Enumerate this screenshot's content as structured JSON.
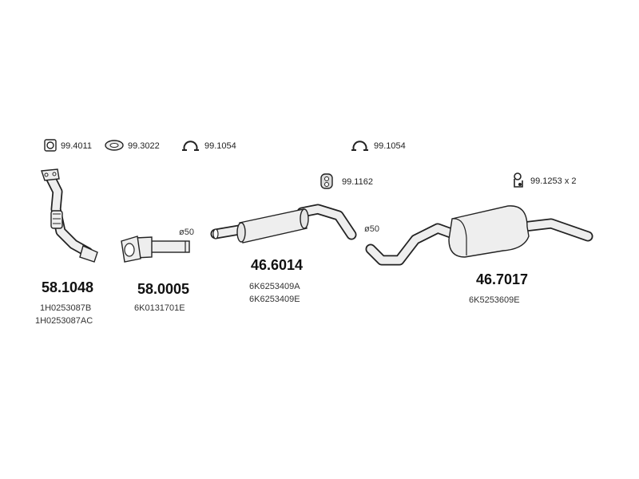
{
  "accessories": [
    {
      "icon": "o-ring-icon",
      "code": "99.4011"
    },
    {
      "icon": "gasket-icon",
      "code": "99.3022"
    },
    {
      "icon": "clamp-icon",
      "code": "99.1054"
    },
    {
      "icon": "clamp-icon",
      "code": "99.1054"
    },
    {
      "icon": "rubber-mount-icon",
      "code": "99.1162"
    },
    {
      "icon": "hanger-icon",
      "code": "99.1253 x 2"
    }
  ],
  "parts": [
    {
      "number": "58.1048",
      "oem": [
        "1H0253087B",
        "1H0253087AC"
      ]
    },
    {
      "number": "58.0005",
      "oem": [
        "6K0131701E"
      ]
    },
    {
      "number": "46.6014",
      "oem": [
        "6K6253409A",
        "6K6253409E"
      ]
    },
    {
      "number": "46.7017",
      "oem": [
        "6K5253609E"
      ]
    }
  ],
  "diameters": [
    "ø50",
    "ø50"
  ],
  "colors": {
    "outline": "#222222",
    "fill": "#eeeeee",
    "text": "#222222"
  }
}
